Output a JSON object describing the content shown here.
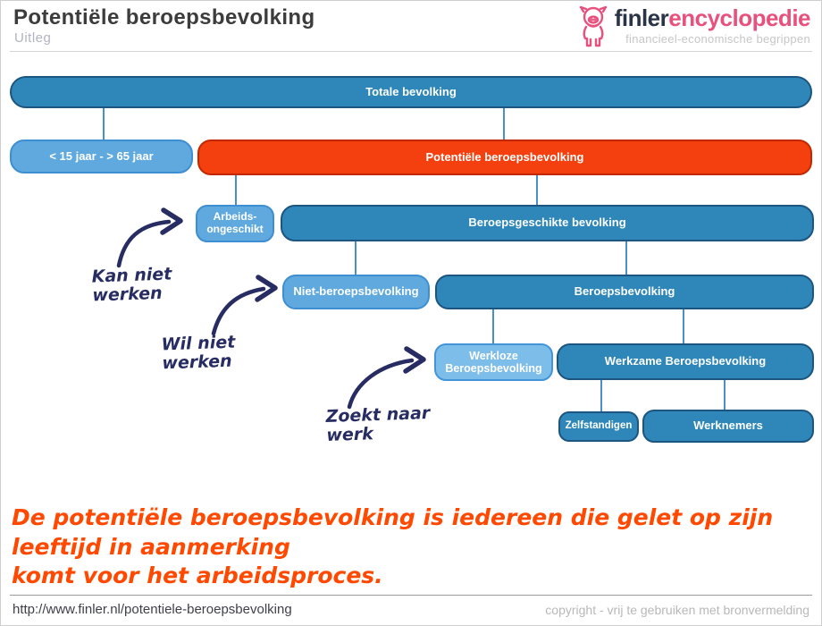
{
  "header": {
    "title": "Potentiële beroepsbevolking",
    "subtitle": "Uitleg",
    "logo": {
      "brand_left": "finler",
      "brand_right": "encyclopedie",
      "tagline": "financieel-economische begrippen",
      "icon": "piggy-bank-icon"
    }
  },
  "diagram": {
    "type": "hierarchy-flowchart",
    "nodes": {
      "totale": {
        "label": "Totale bevolking",
        "style": "dark-blue"
      },
      "leeftijd": {
        "label": "< 15 jaar - > 65 jaar",
        "style": "light-blue"
      },
      "potentiele": {
        "label": "Potentiële beroepsbevolking",
        "style": "red"
      },
      "arbeidsongeschikt": {
        "label": "Arbeids-\nongeschikt",
        "style": "light-blue"
      },
      "beroepsgeschikt": {
        "label": "Beroepsgeschikte bevolking",
        "style": "dark-blue"
      },
      "nietberoeps": {
        "label": "Niet-beroepsbevolking",
        "style": "light-blue"
      },
      "beroeps": {
        "label": "Beroepsbevolking",
        "style": "dark-blue"
      },
      "werkloze": {
        "label": "Werkloze\nBeroepsbevolking",
        "style": "lighter-blue"
      },
      "werkzame": {
        "label": "Werkzame Beroepsbevolking",
        "style": "dark-blue"
      },
      "zelfstandigen": {
        "label": "Zelfstandigen",
        "style": "dark-blue"
      },
      "werknemers": {
        "label": "Werknemers",
        "style": "dark-blue"
      }
    },
    "edges": [
      [
        "totale",
        "leeftijd"
      ],
      [
        "totale",
        "potentiele"
      ],
      [
        "potentiele",
        "arbeidsongeschikt"
      ],
      [
        "potentiele",
        "beroepsgeschikt"
      ],
      [
        "beroepsgeschikt",
        "nietberoeps"
      ],
      [
        "beroepsgeschikt",
        "beroeps"
      ],
      [
        "beroeps",
        "werkloze"
      ],
      [
        "beroeps",
        "werkzame"
      ],
      [
        "werkzame",
        "zelfstandigen"
      ],
      [
        "werkzame",
        "werknemers"
      ]
    ],
    "annotations": {
      "kan_niet": {
        "text": "Kan niet\nwerken",
        "points_to": "arbeidsongeschikt"
      },
      "wil_niet": {
        "text": "Wil niet\nwerken",
        "points_to": "nietberoeps"
      },
      "zoekt": {
        "text": "Zoekt naar\nwerk",
        "points_to": "werkloze"
      }
    }
  },
  "caption": {
    "text": "De potentiële beroepsbevolking is iedereen die gelet op zijn leeftijd in aanmerking\nkomt voor het arbeidsproces."
  },
  "footer": {
    "url": "http://www.finler.nl/potentiele-beroepsbevolking",
    "copyright": "copyright  -  vrij te gebruiken met bronvermelding"
  },
  "colors": {
    "dark_blue": "#2e87b8",
    "dark_blue_border": "#1c5580",
    "light_blue": "#5fa9de",
    "light_blue_border": "#3e8ed2",
    "lighter_blue": "#7dbde9",
    "lighter_blue_border": "#4394d8",
    "red": "#f4400e",
    "red_border": "#c22800",
    "connector": "#4a90c8",
    "handwriting_navy": "#272c63",
    "caption_orange": "#ff4800",
    "brand_pink": "#e8517e",
    "brand_navy": "#2b3347"
  }
}
